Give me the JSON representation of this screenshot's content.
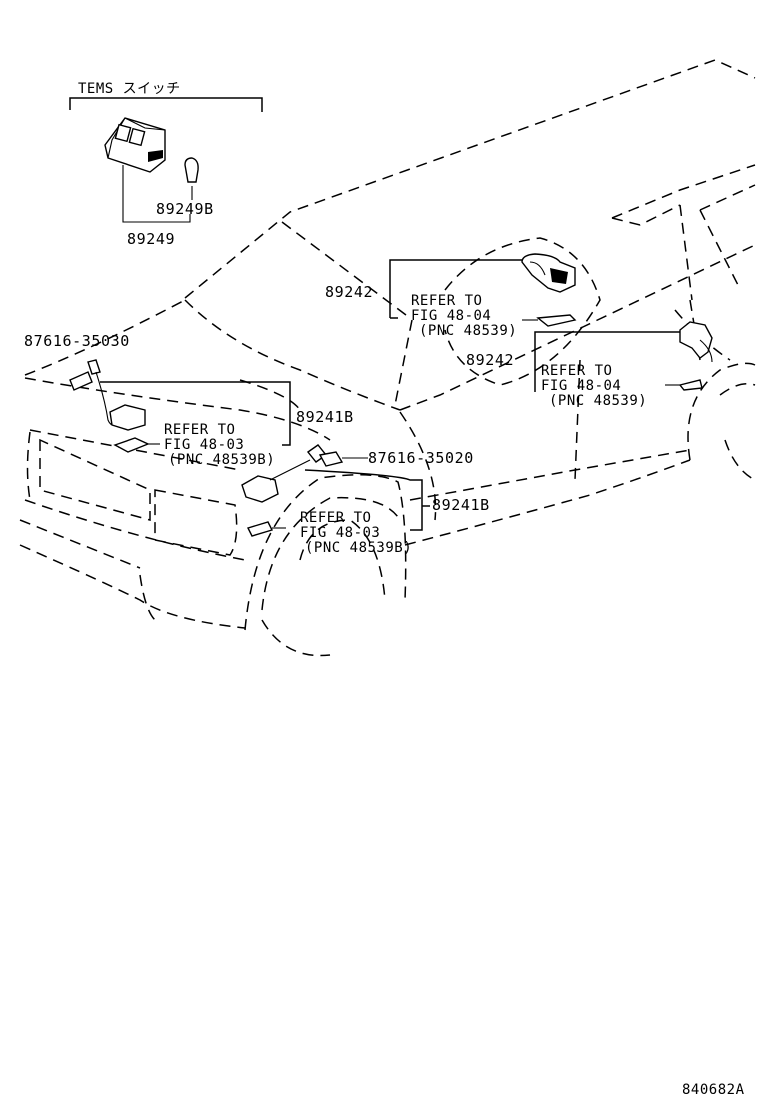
{
  "callouts": {
    "tems_switch_title": "TEMS スイッチ",
    "p89249b": "89249B",
    "p89249": "89249",
    "p89242_top": "89242",
    "p89242_right": "89242",
    "p87616_35030": "87616-35030",
    "p87616_35020": "87616-35020",
    "p89241b_upper": "89241B",
    "p89241b_lower": "89241B",
    "ref_top": {
      "l1": "REFER TO",
      "l2": "FIG 48-04",
      "l3": "(PNC 48539)"
    },
    "ref_right": {
      "l1": "REFER TO",
      "l2": "FIG 48-04",
      "l3": "(PNC 48539)"
    },
    "ref_front": {
      "l1": "REFER TO",
      "l2": "FIG 48-03",
      "l3": "(PNC 48539B)"
    },
    "ref_lower": {
      "l1": "REFER TO",
      "l2": "FIG 48-03",
      "l3": "(PNC 48539B)"
    }
  },
  "figure_code": "840682A"
}
